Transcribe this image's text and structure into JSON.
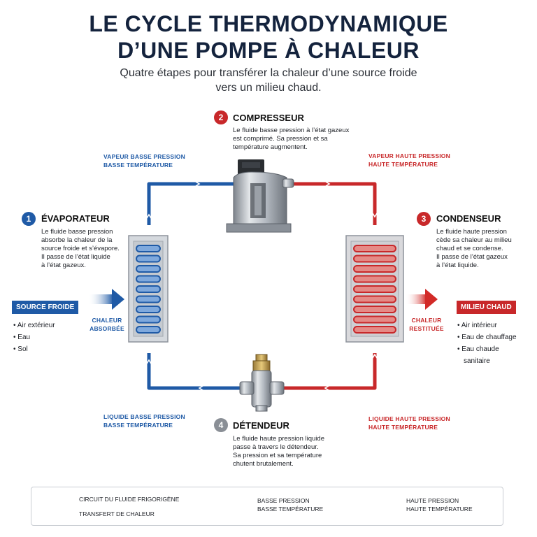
{
  "title": {
    "line1": "LE CYCLE THERMODYNAMIQUE",
    "line2": "D’UNE POMPE À CHALEUR"
  },
  "subtitle": {
    "line1": "Quatre étapes pour transférer la chaleur d’une source froide",
    "line2": "vers un milieu chaud."
  },
  "colors": {
    "low_pressure": "#1f5aa6",
    "high_pressure": "#c8282a",
    "title": "#14233d",
    "step_badge_1": "#1f5aa6",
    "step_badge_2": "#c8282a",
    "step_badge_3": "#c8282a",
    "step_badge_4": "#8a8f96"
  },
  "labels": {
    "vapor_bp": {
      "line1": "VAPEUR BASSE PRESSION",
      "line2": "BASSE TEMPÉRATURE"
    },
    "vapor_hp": {
      "line1": "VAPEUR HAUTE PRESSION",
      "line2": "HAUTE TEMPÉRATURE"
    },
    "liquid_bp": {
      "line1": "LIQUIDE BASSE PRESSION",
      "line2": "BASSE TEMPÉRATURE"
    },
    "liquid_hp": {
      "line1": "LIQUIDE HAUTE PRESSION",
      "line2": "HAUTE TEMPÉRATURE"
    },
    "heat_absorbed": {
      "line1": "CHALEUR",
      "line2": "ABSORBÉE"
    },
    "heat_released": {
      "line1": "CHALEUR",
      "line2": "RESTITUÉE"
    }
  },
  "steps": [
    {
      "number": "1",
      "title": "ÉVAPORATEUR",
      "desc": [
        "Le fluide basse pression",
        "absorbe la chaleur de la",
        "source froide et s’évapore.",
        "Il passe de l’état liquide",
        "à l’état gazeux."
      ]
    },
    {
      "number": "2",
      "title": "COMPRESSEUR",
      "desc": [
        "Le fluide basse pression à l’état gazeux",
        "est comprimé. Sa pression et sa",
        "température augmentent."
      ]
    },
    {
      "number": "3",
      "title": "CONDENSEUR",
      "desc": [
        "Le fluide haute pression",
        "cède sa chaleur au milieu",
        "chaud et se condense.",
        "Il passe de l’état gazeux",
        "à l’état liquide."
      ]
    },
    {
      "number": "4",
      "title": "DÉTENDEUR",
      "desc": [
        "Le fluide haute pression liquide",
        "passe à travers le détendeur.",
        "Sa pression et sa température",
        "chutent brutalement."
      ]
    }
  ],
  "source_froide": {
    "label": "SOURCE FROIDE",
    "items": [
      "Air extérieur",
      "Eau",
      "Sol"
    ]
  },
  "milieu_chaud": {
    "label": "MILIEU CHAUD",
    "items": [
      "Air intérieur",
      "Eau de chauffage",
      "Eau chaude",
      "sanitaire"
    ]
  },
  "legend": {
    "circuit": "CIRCUIT DU FLUIDE FRIGORIGÈNE",
    "transfer": "TRANSFERT DE CHALEUR",
    "bp": {
      "line1": "BASSE PRESSION",
      "line2": "BASSE TEMPÉRATURE"
    },
    "hp": {
      "line1": "HAUTE PRESSION",
      "line2": "HAUTE TEMPÉRATURE"
    }
  }
}
